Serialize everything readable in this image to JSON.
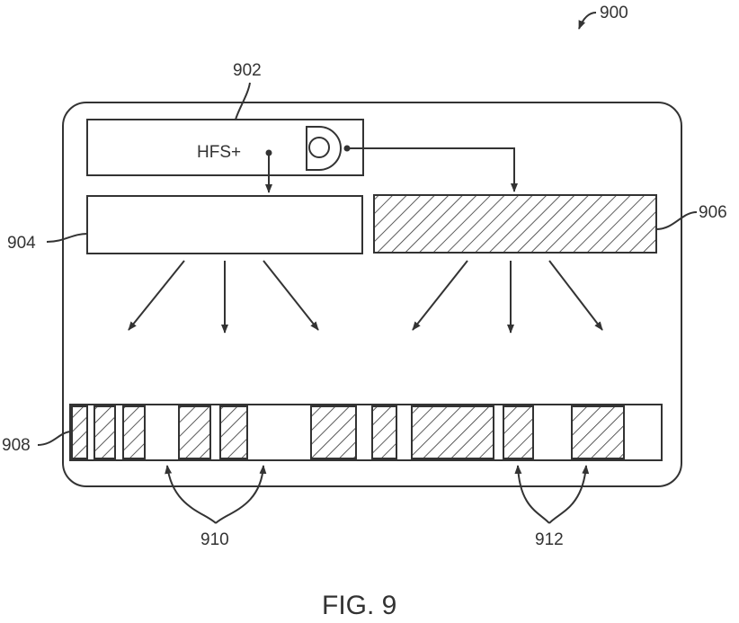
{
  "figure": {
    "ref_900": "900",
    "ref_902": "902",
    "ref_904": "904",
    "ref_906": "906",
    "ref_908": "908",
    "ref_910": "910",
    "ref_912": "912",
    "header_label": "HFS+",
    "caption": "FIG. 9"
  },
  "colors": {
    "line": "#333333",
    "background": "#ffffff"
  }
}
